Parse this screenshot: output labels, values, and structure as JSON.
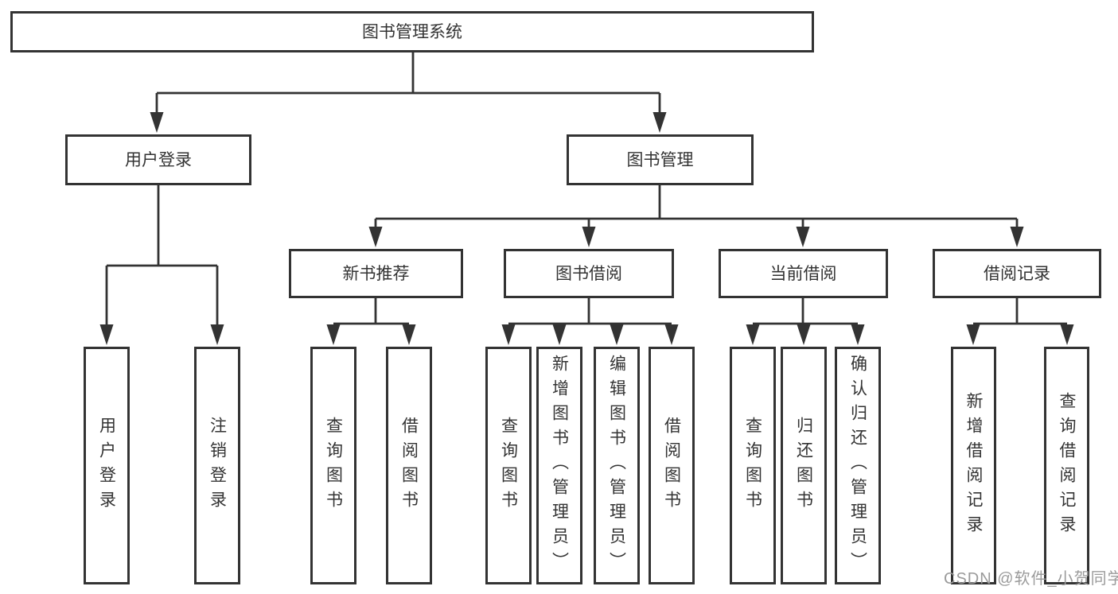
{
  "diagram": {
    "root_label": "图书管理系统",
    "level2": {
      "user_login": "用户登录",
      "book_mgmt": "图书管理"
    },
    "level3": {
      "new_books": "新书推荐",
      "book_borrow": "图书借阅",
      "current_borrow": "当前借阅",
      "borrow_records": "借阅记录"
    },
    "leaves": {
      "user_login": [
        "用户登录",
        "注销登录"
      ],
      "new_books": [
        "查询图书",
        "借阅图书"
      ],
      "book_borrow": [
        "查询图书",
        "新增图书（管理员）",
        "编辑图书（管理员）",
        "借阅图书"
      ],
      "current_borrow": [
        "查询图书",
        "归还图书",
        "确认归还（管理员）"
      ],
      "borrow_records": [
        "新增借阅记录",
        "查询借阅记录"
      ]
    }
  },
  "watermark": "CSDN @软件_小贺同学",
  "colors": {
    "line": "#333333",
    "text": "#333333",
    "box_background": "#ffffff",
    "page_background": "#ffffff",
    "watermark": "#9b9b9b"
  }
}
